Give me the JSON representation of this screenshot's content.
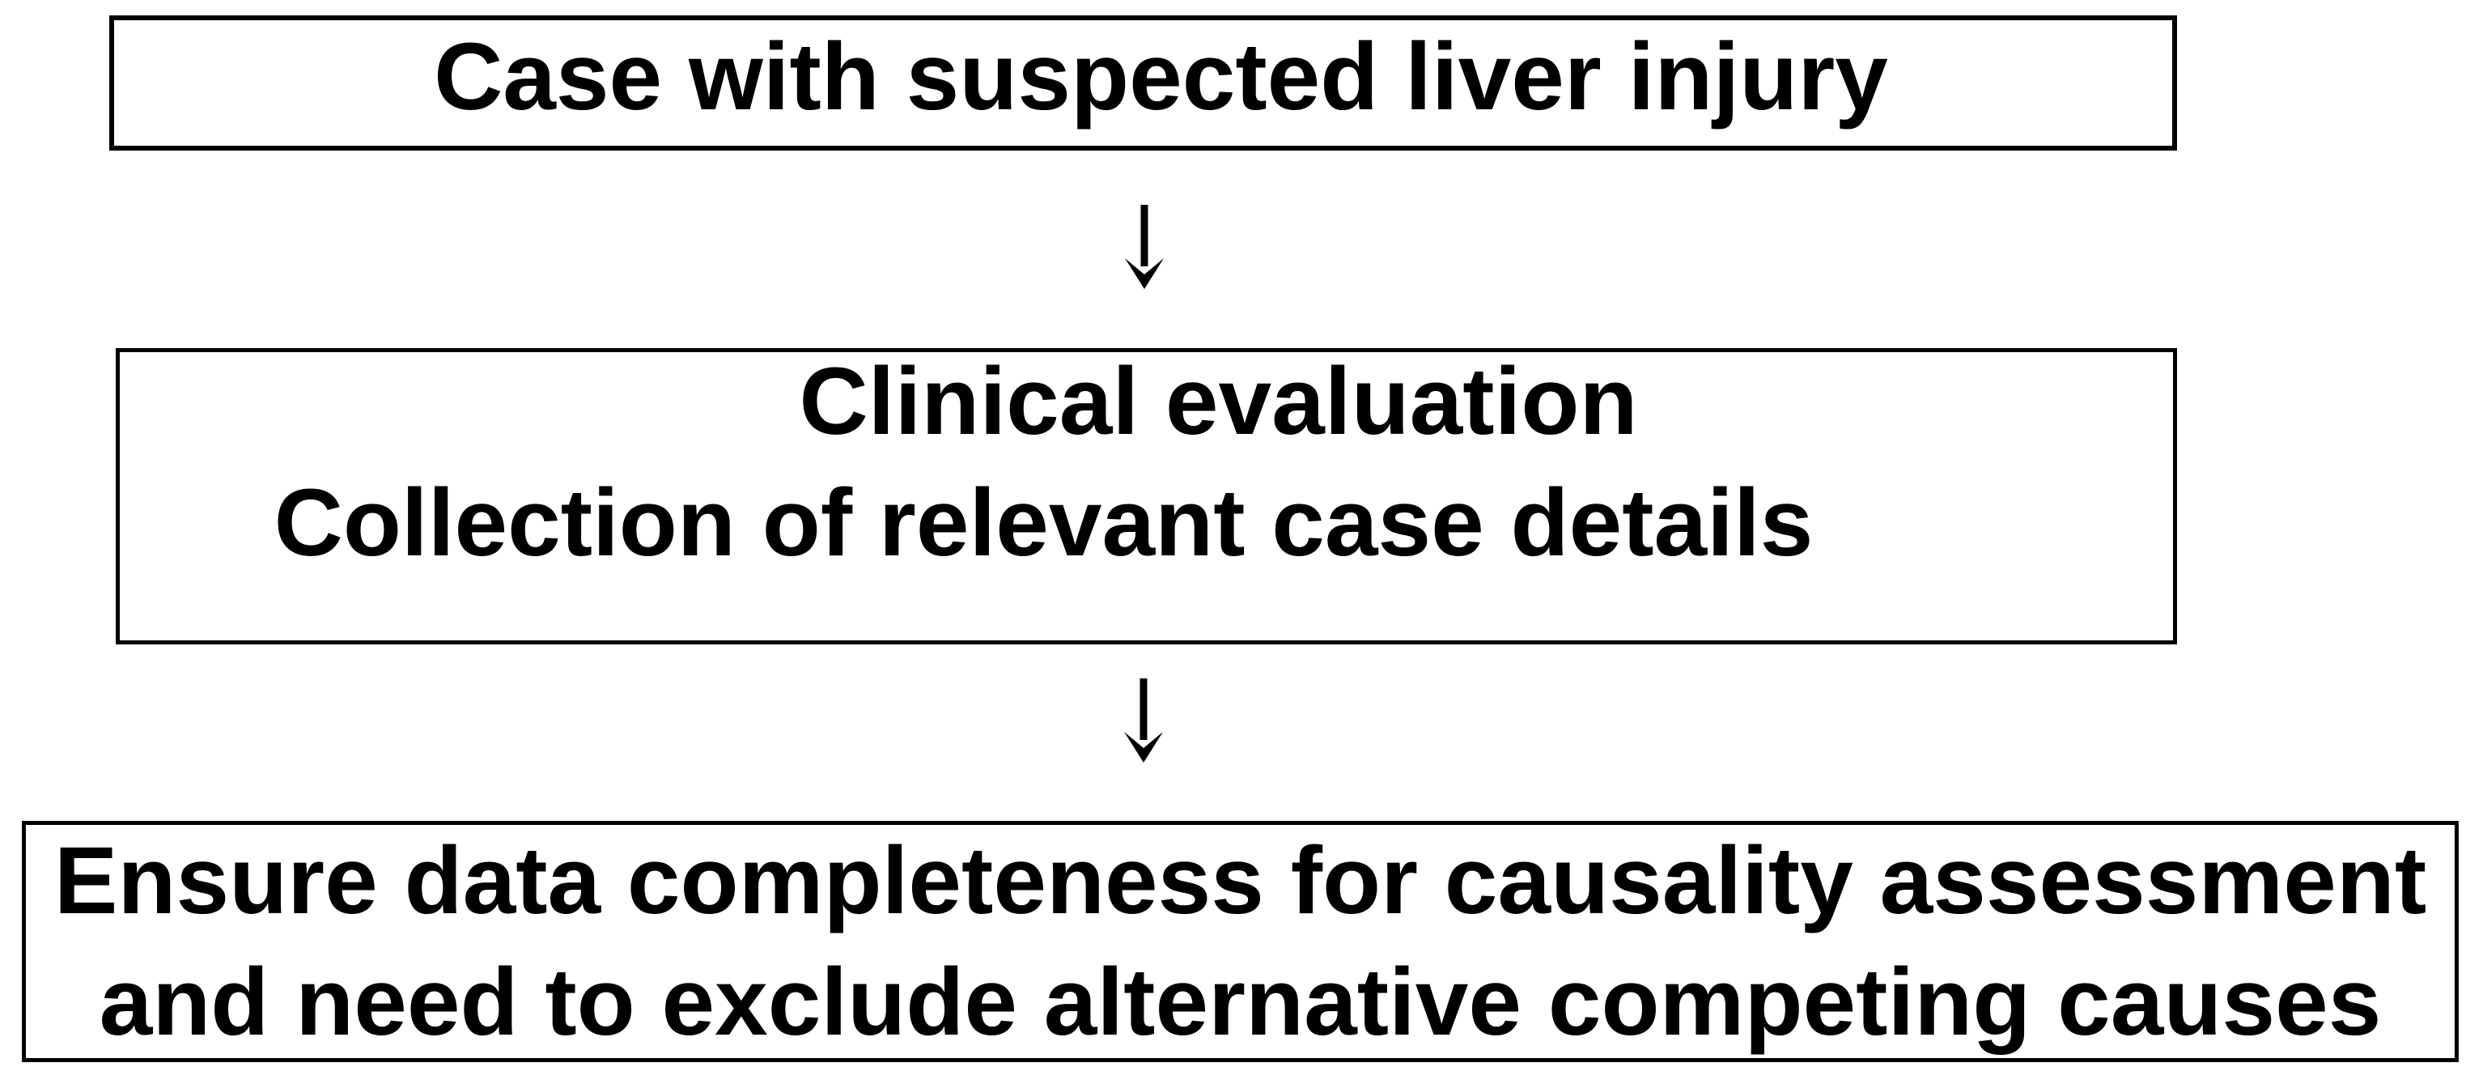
{
  "colors": {
    "background": "#ffffff",
    "box_border": "#000000",
    "text": "#000000",
    "arrow": "#000000"
  },
  "flowchart": {
    "boxes": [
      {
        "name": "suspected-case",
        "lines": [
          "Case with suspected liver injury"
        ]
      },
      {
        "name": "clinical-evaluation",
        "lines": [
          "Clinical evaluation",
          "Collection of relevant case details"
        ]
      },
      {
        "name": "causality-data-completeness",
        "lines": [
          "Ensure data completeness for causality assessment",
          "and need to exclude alternative competing causes"
        ]
      }
    ],
    "connectors": [
      {
        "type": "down-arrow",
        "from": "suspected-case",
        "to": "clinical-evaluation"
      },
      {
        "type": "down-arrow",
        "from": "clinical-evaluation",
        "to": "causality-data-completeness"
      }
    ]
  }
}
